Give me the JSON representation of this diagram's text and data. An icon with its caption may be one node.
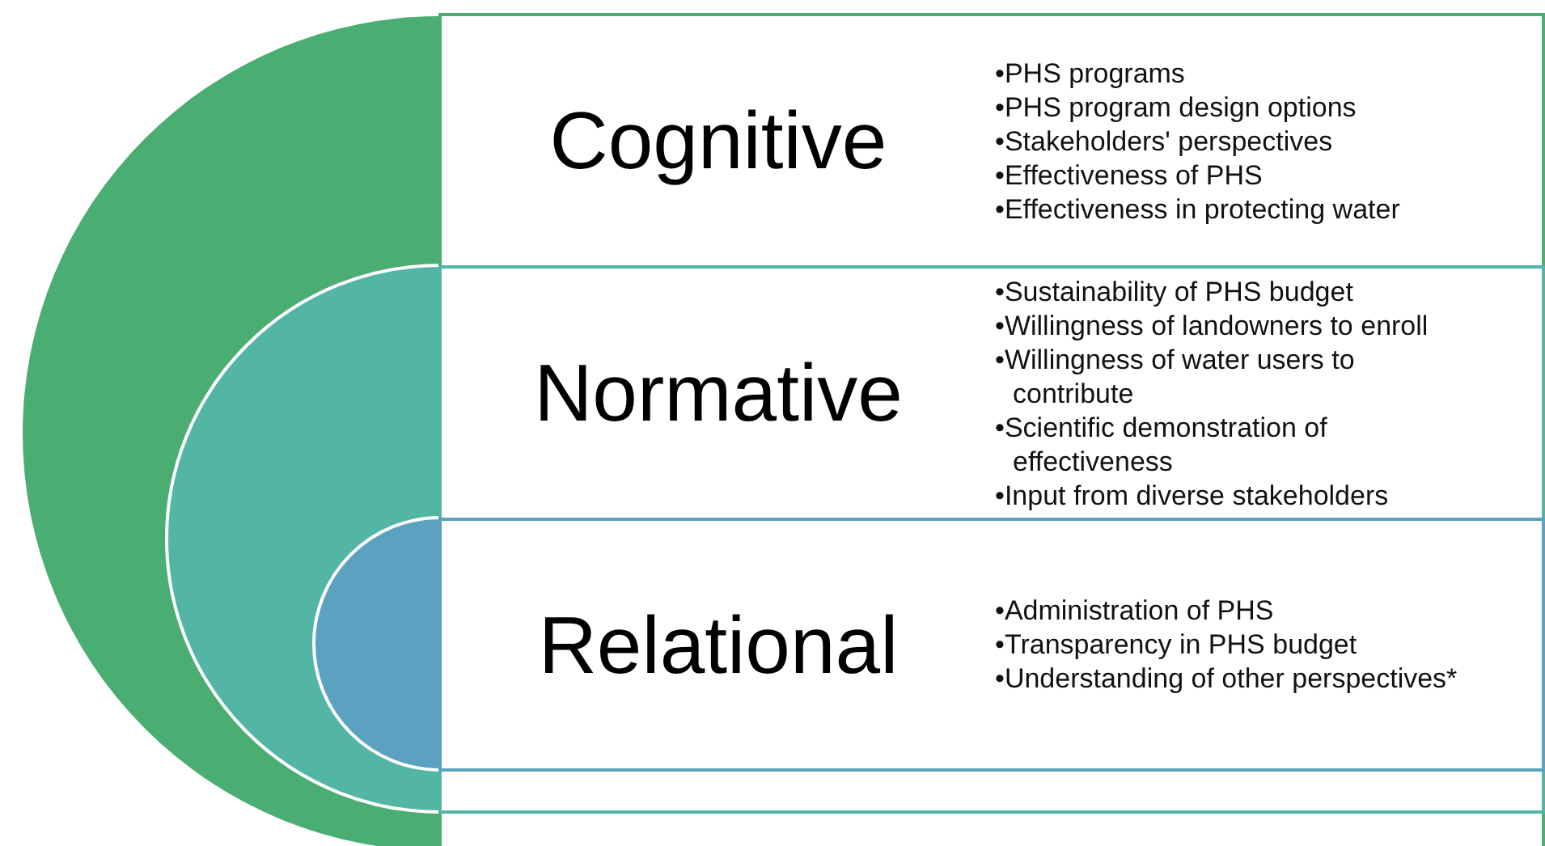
{
  "diagram": {
    "nodes": [
      {
        "text": [
          "Cognitive",
          "•PHS programs",
          "•PHS program design options",
          "•Stakeholders' perspectives",
          "•Effectiveness of PHS",
          "•Effectiveness in protecting water"
        ]
      },
      {
        "text": [
          "Normative",
          "•Sustainability of PHS budget",
          "•Willingness of landowners to enroll",
          "•Willingness of water users to contribute",
          "•Scientific demonstration of effectiveness",
          "•Input from diverse stakeholders"
        ],
        "in": 0
      },
      {
        "text": [
          "Relational",
          "•Administration of PHS",
          "•Transparency in PHS budget",
          "•Understanding of other perspectives*"
        ],
        "in": 1
      }
    ]
  }
}
